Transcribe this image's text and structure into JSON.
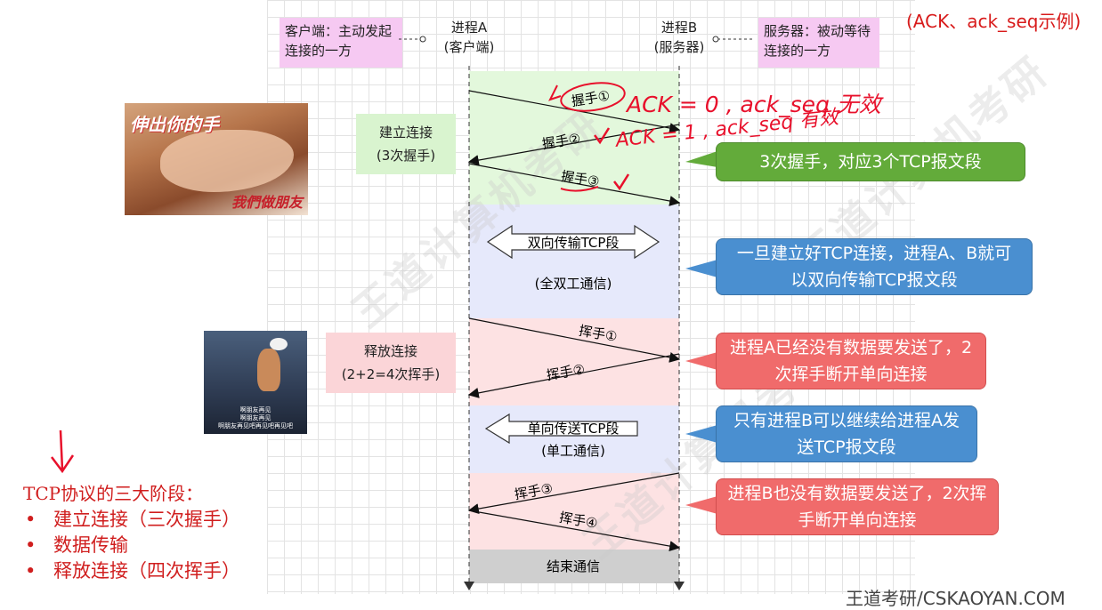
{
  "header_note": "(ACK、ack_seq示例)",
  "client_note": "客户端：主动发起连接的一方",
  "server_note": "服务器：被动等待连接的一方",
  "proc_a": {
    "name": "进程A",
    "role": "(客户端)"
  },
  "proc_b": {
    "name": "进程B",
    "role": "(服务器)"
  },
  "phase_establish": {
    "title": "建立连接",
    "sub": "(3次握手)"
  },
  "phase_release": {
    "title": "释放连接",
    "sub": "(2+2=4次挥手)"
  },
  "handshake": [
    "握手①",
    "握手②",
    "握手③"
  ],
  "wave": [
    "挥手①",
    "挥手②",
    "挥手③",
    "挥手④"
  ],
  "duplex": {
    "label": "双向传输TCP段",
    "sub": "(全双工通信)"
  },
  "simplex": {
    "label": "单向传送TCP段",
    "sub": "(单工通信)"
  },
  "end_label": "结束通信",
  "callouts": {
    "handshake": "3次握手，对应3个TCP报文段",
    "duplex": "一旦建立好TCP连接，进程A、B就可以双向传输TCP报文段",
    "wave12": "进程A已经没有数据要发送了，2次挥手断开单向连接",
    "simplex": "只有进程B可以继续给进程A发送TCP报文段",
    "wave34": "进程B也没有数据要发送了，2次挥手断开单向连接"
  },
  "handwritten": {
    "ack0": "ACK = 0 , ack_seq 无效",
    "ack1": "ACK = 1 , ack_seq 有效"
  },
  "stages": {
    "title": "TCP协议的三大阶段：",
    "items": [
      "建立连接（三次握手）",
      "数据传输",
      "释放连接（四次挥手）"
    ]
  },
  "image_captions": {
    "hands_top": "伸出你的手",
    "hands_bottom": "我們做朋友",
    "wave_lines": [
      "啊朋友再见",
      "啊朋友再见",
      "啊朋友再见吧再见吧再见吧"
    ]
  },
  "footer_partial": "王道考研/CSKAOYAN.COM",
  "colors": {
    "pink_note": "#f6c9f2",
    "green_band": "#e3f8dc",
    "blue_band": "#e6e9fb",
    "red_band": "#fde2e3",
    "gray_band": "#cfcfcf",
    "green_callout": "#63ab3a",
    "blue_callout": "#4a8fd0",
    "red_callout": "#f06b6b",
    "ink": "#e8102b"
  }
}
